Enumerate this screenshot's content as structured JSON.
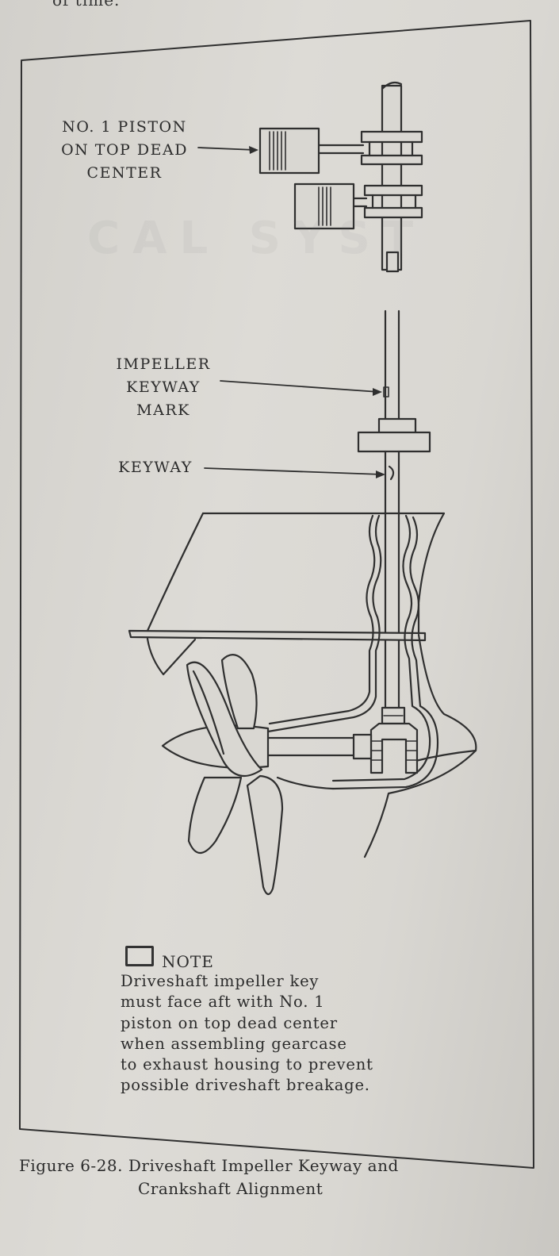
{
  "page": {
    "top_snippet": "of time."
  },
  "labels": {
    "piston": [
      "NO. 1 PISTON",
      "ON TOP DEAD",
      "CENTER"
    ],
    "impeller_mark": [
      "IMPELLER",
      "KEYWAY",
      "MARK"
    ],
    "keyway": "KEYWAY"
  },
  "note": {
    "title": "NOTE",
    "lines": [
      "Driveshaft impeller key",
      "must face aft with No. 1",
      "piston on top dead center",
      "when assembling gearcase",
      "to exhaust housing to prevent",
      "possible driveshaft breakage."
    ]
  },
  "caption": {
    "line1": "Figure 6-28. Driveshaft Impeller Keyway and",
    "line2": "Crankshaft Alignment"
  },
  "colors": {
    "paper": "#d9d7d2",
    "ink": "#2b2b2b"
  }
}
